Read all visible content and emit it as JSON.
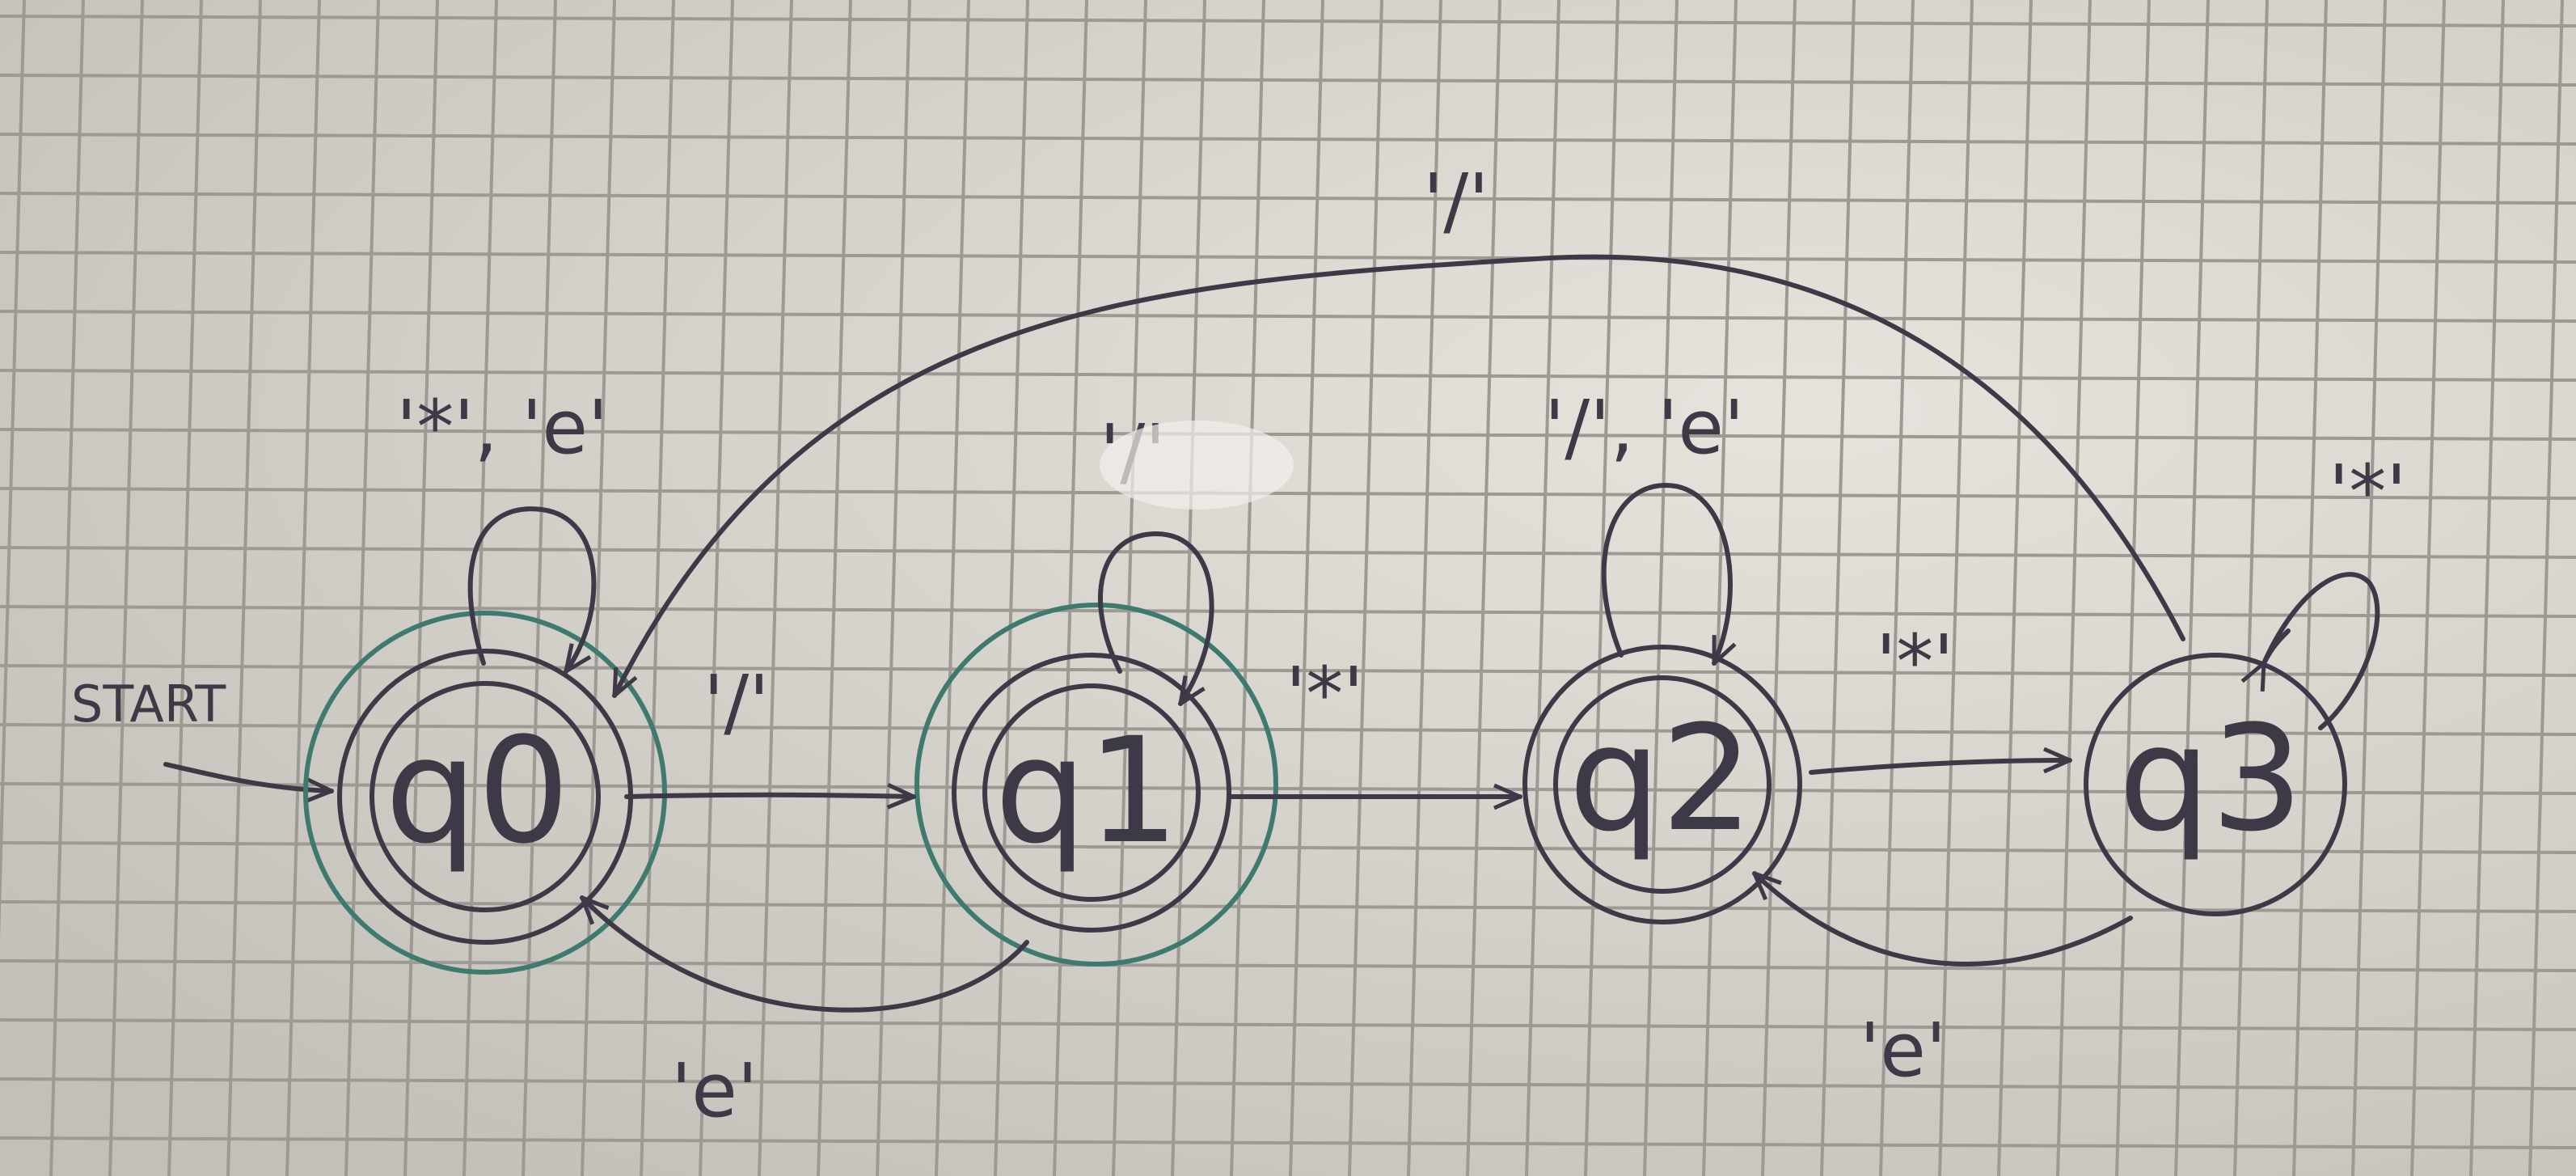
{
  "diagram": {
    "start_label": "START",
    "states": [
      {
        "id": "q0",
        "label": "q0",
        "accepting": true,
        "start": true
      },
      {
        "id": "q1",
        "label": "q1",
        "accepting": true,
        "start": false
      },
      {
        "id": "q2",
        "label": "q2",
        "accepting": false,
        "start": false
      },
      {
        "id": "q3",
        "label": "q3",
        "accepting": false,
        "start": false
      }
    ],
    "transitions": [
      {
        "from": "q0",
        "to": "q0",
        "label": "'*', 'e'"
      },
      {
        "from": "q0",
        "to": "q1",
        "label": "'/'"
      },
      {
        "from": "q1",
        "to": "q1",
        "label": "'/'"
      },
      {
        "from": "q1",
        "to": "q0",
        "label": "'e'"
      },
      {
        "from": "q1",
        "to": "q2",
        "label": "'*'"
      },
      {
        "from": "q2",
        "to": "q2",
        "label": "'/', 'e'"
      },
      {
        "from": "q2",
        "to": "q3",
        "label": "'*'"
      },
      {
        "from": "q3",
        "to": "q3",
        "label": "'*'"
      },
      {
        "from": "q3",
        "to": "q2",
        "label": "'e'"
      },
      {
        "from": "q3",
        "to": "q0",
        "label": "'/'"
      }
    ],
    "colors": {
      "ink": "#3d3947",
      "accepting_ring": "#3e7a6e",
      "paper": "#dedad2",
      "grid": "#9d9a94"
    }
  }
}
